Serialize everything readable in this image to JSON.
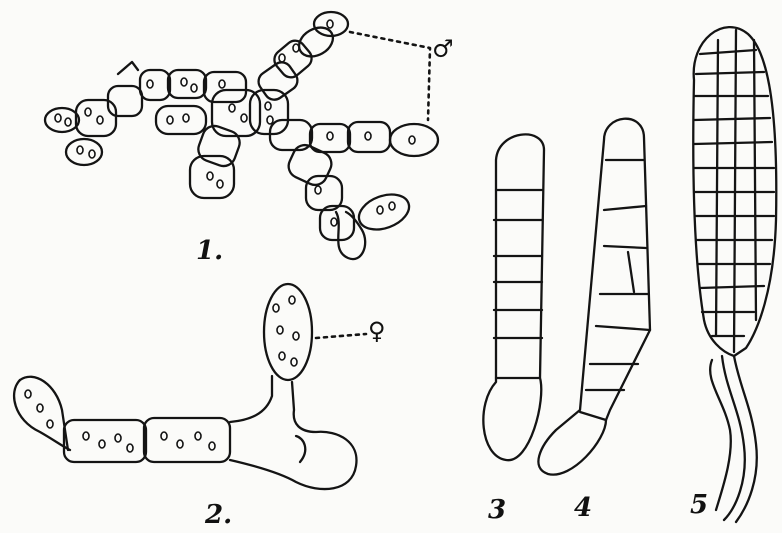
{
  "plate": {
    "figures": [
      {
        "label": "1."
      },
      {
        "label": "2."
      },
      {
        "label": "3"
      },
      {
        "label": "4"
      },
      {
        "label": "5"
      }
    ],
    "male_symbol": "♂",
    "female_symbol": "♀"
  },
  "colors": {
    "ink": "#111111",
    "paper": "#fbfbf9"
  }
}
